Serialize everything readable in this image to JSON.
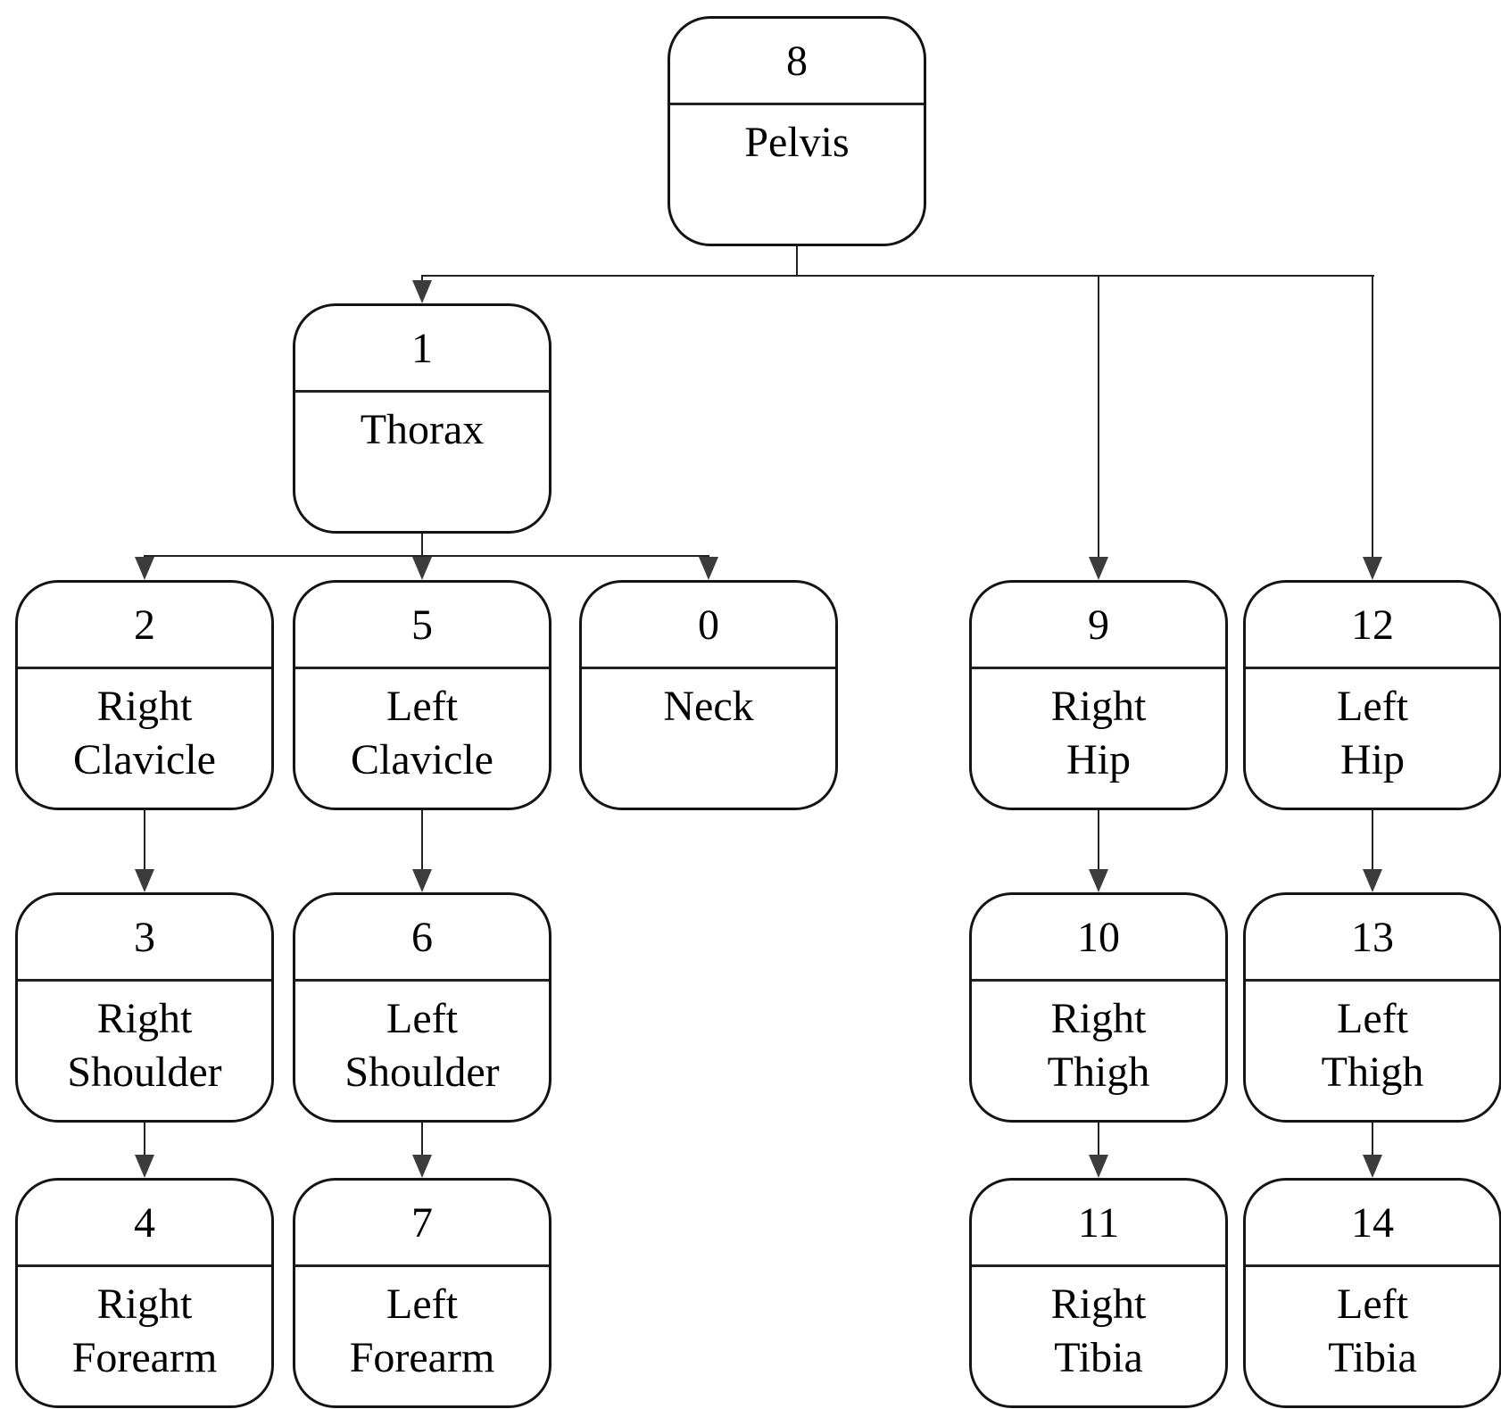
{
  "diagram": {
    "background": "#ffffff",
    "stroke_color": "#222222",
    "node_border_color": "#141414",
    "arrow_color": "#3c3c3c"
  },
  "nodes": {
    "n8": {
      "id": "8",
      "label": "Pelvis"
    },
    "n1": {
      "id": "1",
      "label": "Thorax"
    },
    "n2": {
      "id": "2",
      "label": "Right\nClavicle"
    },
    "n5": {
      "id": "5",
      "label": "Left\nClavicle"
    },
    "n0": {
      "id": "0",
      "label": "Neck"
    },
    "n9": {
      "id": "9",
      "label": "Right\nHip"
    },
    "n12": {
      "id": "12",
      "label": "Left\nHip"
    },
    "n3": {
      "id": "3",
      "label": "Right\nShoulder"
    },
    "n6": {
      "id": "6",
      "label": "Left\nShoulder"
    },
    "n10": {
      "id": "10",
      "label": "Right\nThigh"
    },
    "n13": {
      "id": "13",
      "label": "Left\nThigh"
    },
    "n4": {
      "id": "4",
      "label": "Right\nForearm"
    },
    "n7": {
      "id": "7",
      "label": "Left\nForearm"
    },
    "n11": {
      "id": "11",
      "label": "Right\nTibia"
    },
    "n14": {
      "id": "14",
      "label": "Left\nTibia"
    }
  },
  "edges": [
    {
      "from": "8",
      "to": "1"
    },
    {
      "from": "8",
      "to": "9"
    },
    {
      "from": "8",
      "to": "12"
    },
    {
      "from": "1",
      "to": "2"
    },
    {
      "from": "1",
      "to": "5"
    },
    {
      "from": "1",
      "to": "0"
    },
    {
      "from": "2",
      "to": "3"
    },
    {
      "from": "3",
      "to": "4"
    },
    {
      "from": "5",
      "to": "6"
    },
    {
      "from": "6",
      "to": "7"
    },
    {
      "from": "9",
      "to": "10"
    },
    {
      "from": "10",
      "to": "11"
    },
    {
      "from": "12",
      "to": "13"
    },
    {
      "from": "13",
      "to": "14"
    }
  ]
}
